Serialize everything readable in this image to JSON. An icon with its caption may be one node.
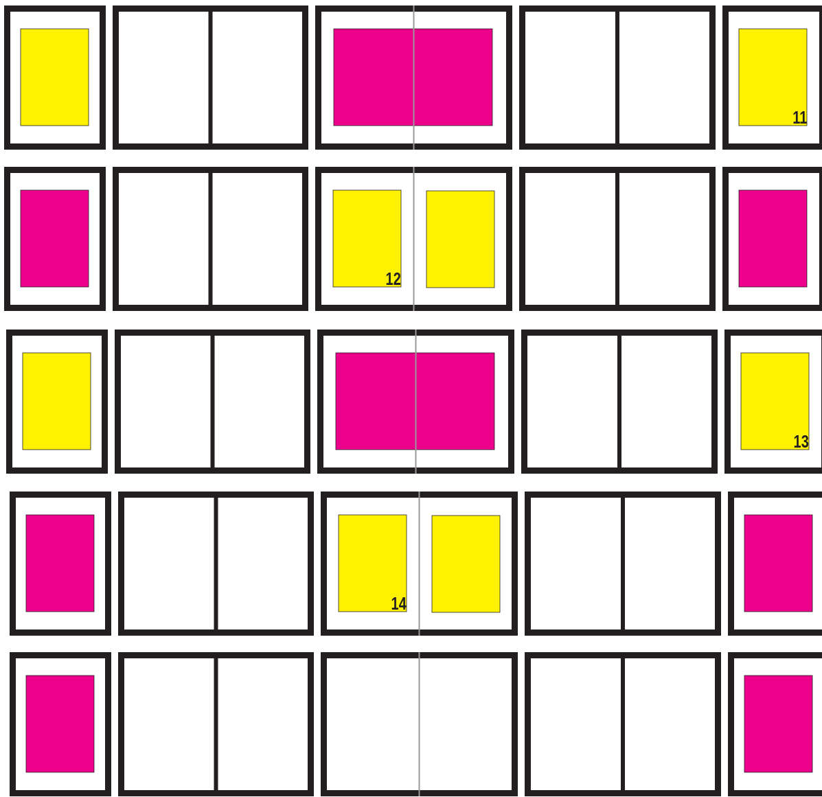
{
  "diagram": {
    "labels": [
      "11",
      "12",
      "13",
      "14"
    ]
  }
}
